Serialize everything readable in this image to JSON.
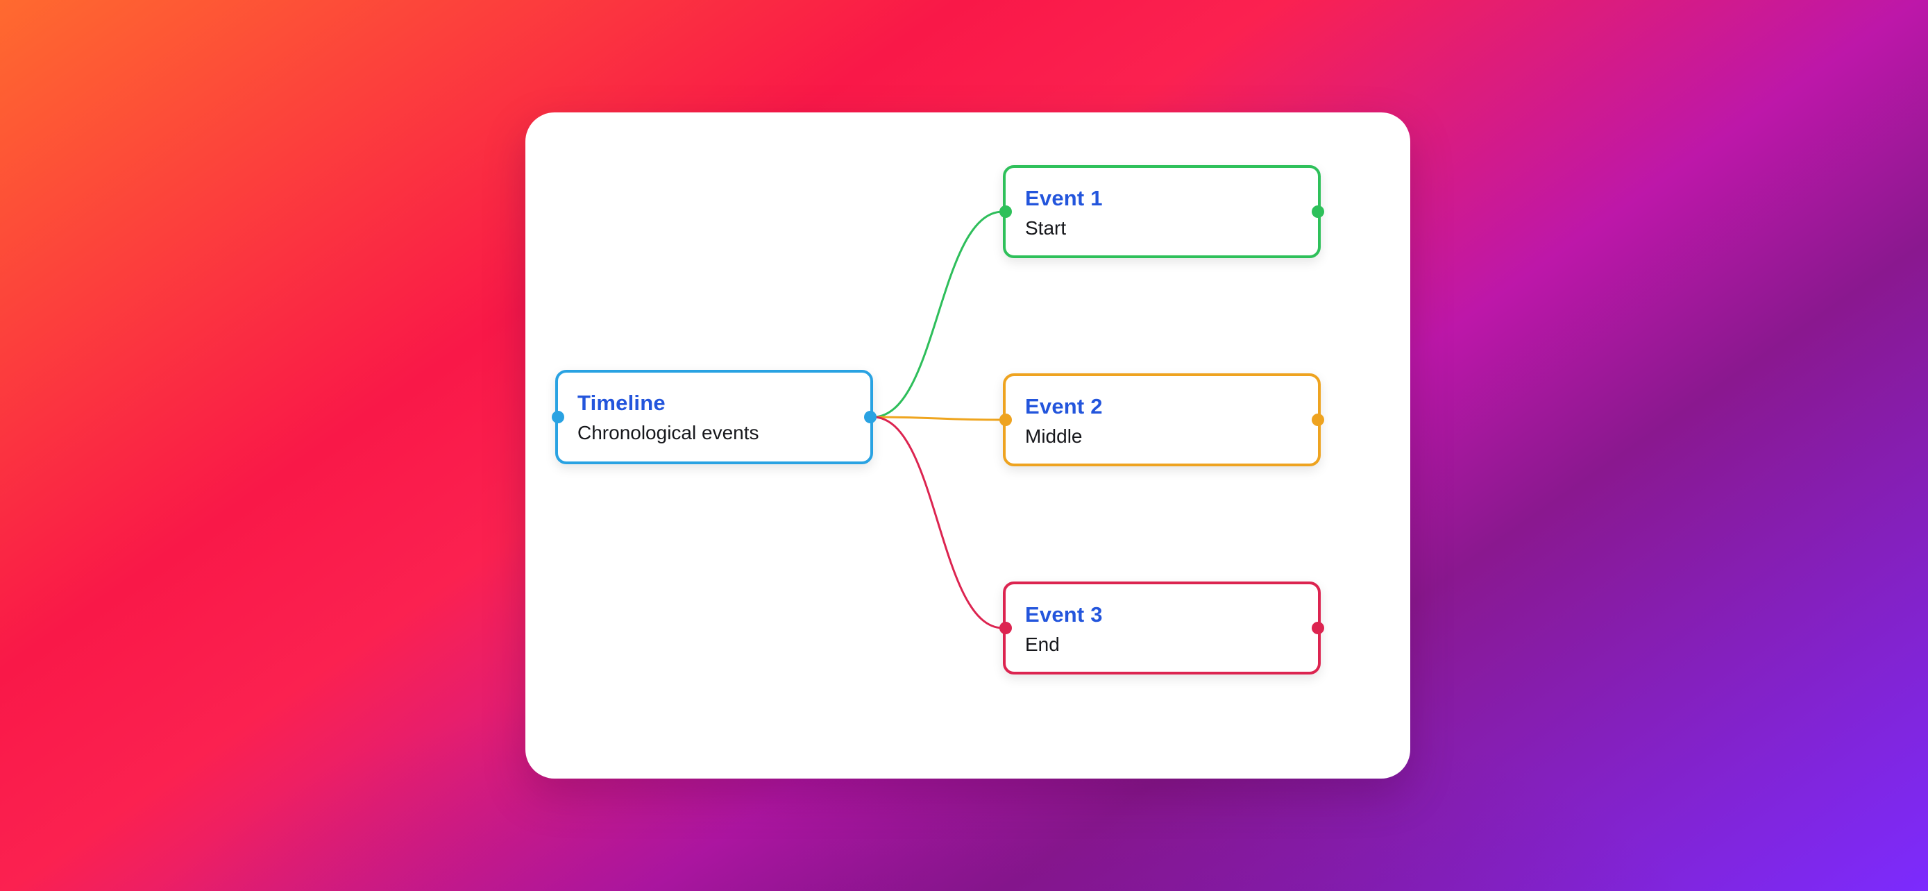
{
  "background": {
    "gradient_corner_colors": {
      "top_left": "#ff6a2f",
      "top_right": "#bd17a9",
      "bottom_left": "#fb2150",
      "bottom_right": "#7c2bfe",
      "bottom_middle": "#8a188f"
    }
  },
  "diagram": {
    "title_color": "#2355dc",
    "subtitle_color": "#17181c",
    "canvas_color": "#ffffff",
    "nodes": [
      {
        "id": "timeline",
        "title": "Timeline",
        "subtitle": "Chronological events",
        "color": "#29a2e2"
      },
      {
        "id": "event-1",
        "title": "Event 1",
        "subtitle": "Start",
        "color": "#2ec05a"
      },
      {
        "id": "event-2",
        "title": "Event 2",
        "subtitle": "Middle",
        "color": "#eea320"
      },
      {
        "id": "event-3",
        "title": "Event 3",
        "subtitle": "End",
        "color": "#dc2450"
      }
    ],
    "edges": [
      {
        "from": "timeline",
        "to": "event-1",
        "color": "#2ebe5b"
      },
      {
        "from": "timeline",
        "to": "event-2",
        "color": "#efa51f"
      },
      {
        "from": "timeline",
        "to": "event-3",
        "color": "#dc2450"
      }
    ]
  }
}
